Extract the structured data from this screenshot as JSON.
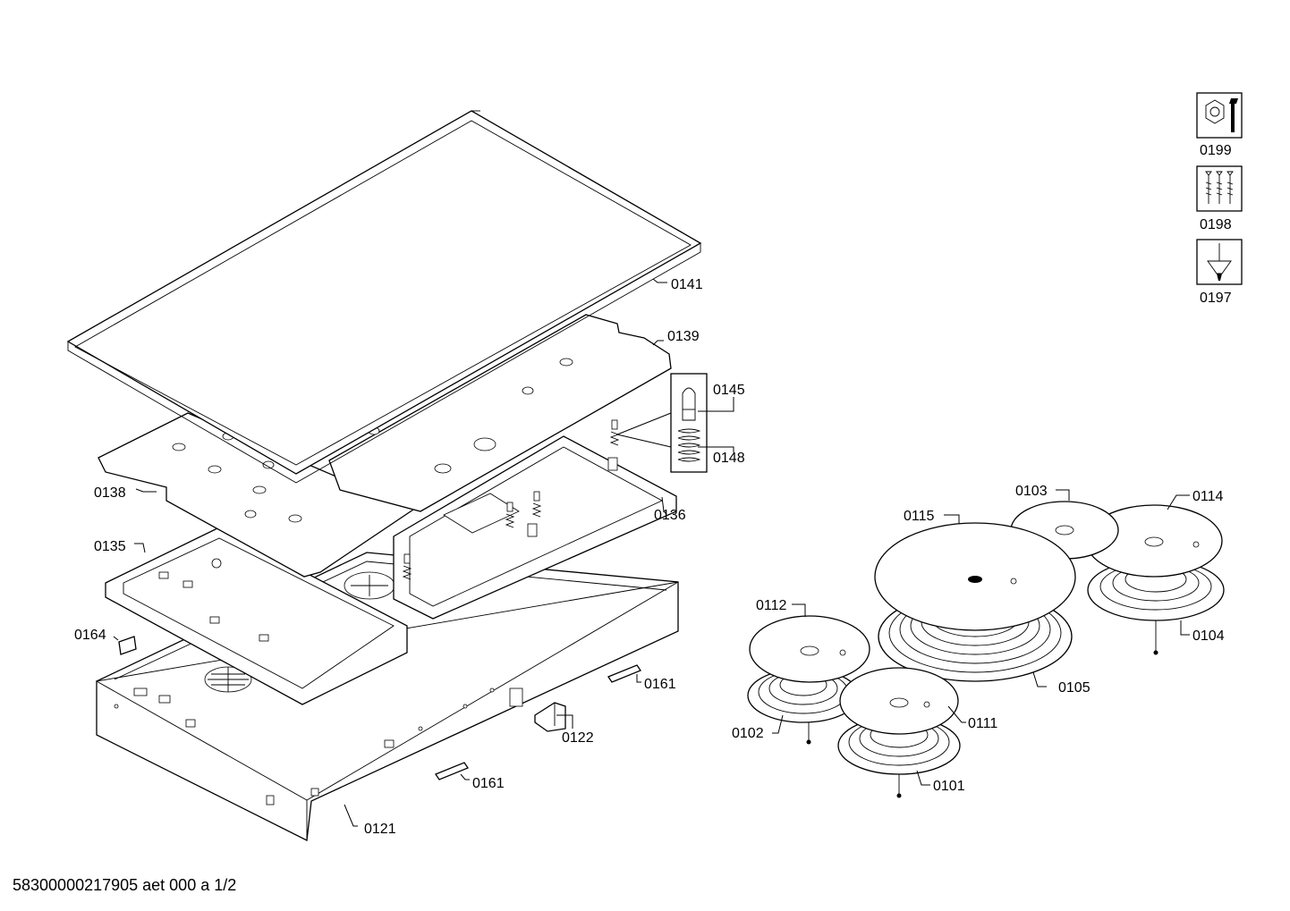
{
  "labels": {
    "p0141": "0141",
    "p0139": "0139",
    "p0145": "0145",
    "p0148": "0148",
    "p0138": "0138",
    "p0136": "0136",
    "p0135": "0135",
    "p0164": "0164",
    "p0161a": "0161",
    "p0161b": "0161",
    "p0122": "0122",
    "p0121": "0121",
    "p0103": "0103",
    "p0114": "0114",
    "p0115": "0115",
    "p0112": "0112",
    "p0104": "0104",
    "p0105": "0105",
    "p0111": "0111",
    "p0102": "0102",
    "p0101": "0101"
  },
  "legend": [
    {
      "code": "0199",
      "icon": "hex-nut-wrench-icon"
    },
    {
      "code": "0198",
      "icon": "screws-icon"
    },
    {
      "code": "0197",
      "icon": "screwdriver-tip-icon"
    }
  ],
  "footer": {
    "document_id": "58300000217905 aet 000 a  1/2"
  }
}
